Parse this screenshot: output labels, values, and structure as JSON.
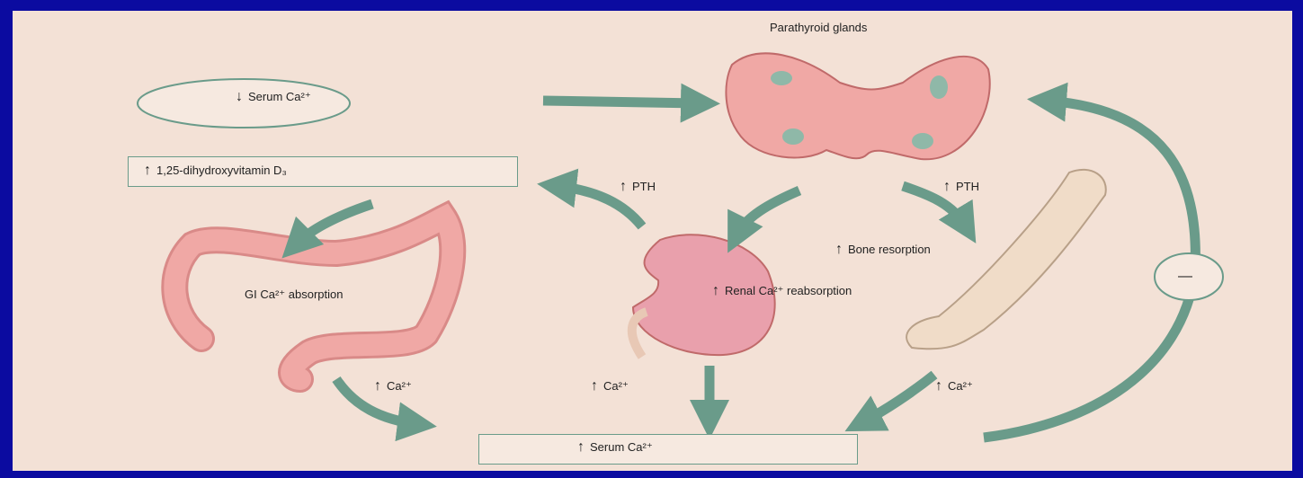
{
  "labels": {
    "parathyroid": "Parathyroid glands",
    "serum_low": "Serum Ca²⁺",
    "vitd": "1,25-dihydroxyvitamin D₃",
    "pth_left": "PTH",
    "pth_right": "PTH",
    "bone": "Bone resorption",
    "gi": "GI Ca²⁺ absorption",
    "renal": "Renal Ca²⁺ reabsorption",
    "ca_gi": "Ca²⁺",
    "ca_kidney": "Ca²⁺",
    "ca_bone": "Ca²⁺",
    "serum_high": "Serum Ca²⁺",
    "inhibit": "—"
  },
  "colors": {
    "background": "#f3e1d6",
    "frame": "#0b0ba0",
    "arrow": "#6a9b8a",
    "tissue": "#f0a8a5",
    "gland": "#8fb8a8",
    "bone": "#f0dcc8"
  },
  "icons": {
    "down_arrow": "down-arrow-icon",
    "up_arrow": "up-arrow-icon"
  }
}
